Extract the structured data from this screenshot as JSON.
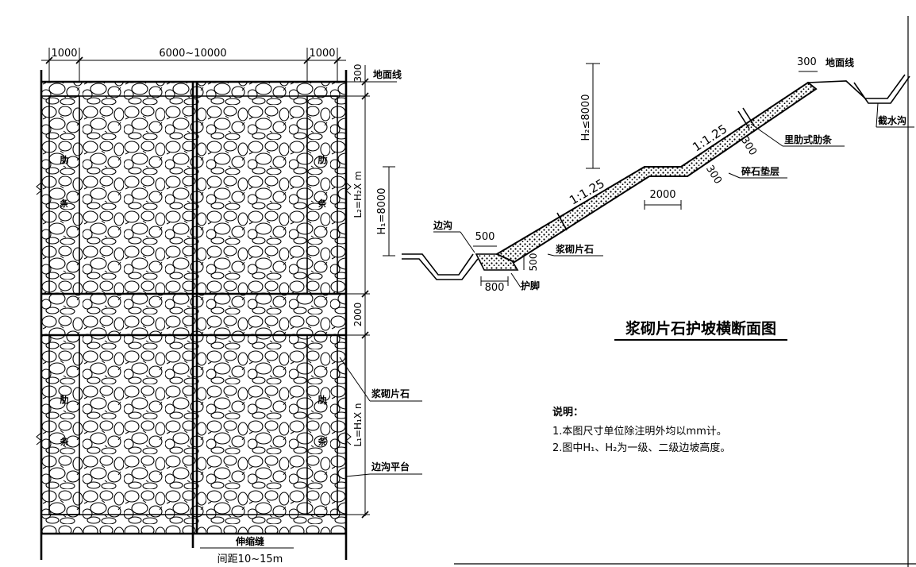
{
  "plan": {
    "dim_left": "1000",
    "dim_middle": "6000~10000",
    "dim_right": "1000",
    "dim_300": "300",
    "ground_line": "地面线",
    "dim_L2": "L₂=H₂X m",
    "dim_2000": "2000",
    "dim_L1": "L₁=H₁X n",
    "rib_char_1": "肋",
    "rib_char_2": "条",
    "label_stone": "浆砌片石",
    "label_platform": "边沟平台",
    "label_joint": "伸缩缝",
    "label_spacing": "间距10~15m"
  },
  "section": {
    "dim_H2": "H₂≤8000",
    "dim_H1": "H₁=8000",
    "dim_300_top": "300",
    "ground_line": "地面线",
    "label_intercept": "截水沟",
    "label_rib": "里肋式肋条",
    "slope_upper": "1:1.25",
    "slope_lower": "1:1.25",
    "dim_300_a": "300",
    "dim_300_b": "300",
    "label_gravel": "碎石垫层",
    "dim_2000": "2000",
    "label_side_ditch": "边沟",
    "dim_500_top": "500",
    "dim_500_side": "500",
    "label_stone": "浆砌片石",
    "dim_800": "800",
    "label_toe": "护脚",
    "title": "浆砌片石护坡横断面图"
  },
  "notes": {
    "title": "说明：",
    "line1": "1.本图尺寸单位除注明外均以mm计。",
    "line2": "2.图中H₁、H₂为一级、二级边坡高度。"
  }
}
